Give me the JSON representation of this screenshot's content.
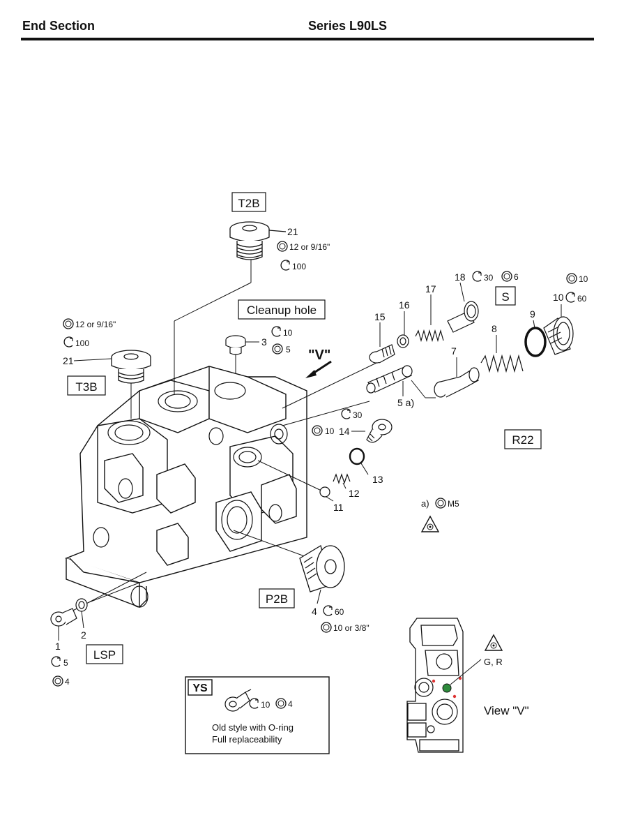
{
  "header": {
    "left": "End Section",
    "right": "Series L90LS"
  },
  "boxes": {
    "t2b": "T2B",
    "cleanup": "Cleanup hole",
    "s": "S",
    "t3b": "T3B",
    "r22": "R22",
    "p2b": "P2B",
    "lsp": "LSP",
    "ys": "YS"
  },
  "labels": {
    "p21_top": "21",
    "p21_top_size": "12 or 9/16\"",
    "p21_top_torque": "100",
    "p21_left": "21",
    "p21_left_size": "12 or 9/16\"",
    "p21_left_torque": "100",
    "p3": "3",
    "p3_torque": "10",
    "p3_size": "5",
    "v_arrow": "\"V\"",
    "p15": "15",
    "p16": "16",
    "p17": "17",
    "p18": "18",
    "p18_torque": "30",
    "p18_size": "6",
    "p9": "9",
    "p10": "10",
    "p10_size": "10",
    "p10_torque": "60",
    "p8": "8",
    "p7": "7",
    "p5a": "5 a)",
    "p14_torque": "30",
    "p14_size": "10",
    "p14": "14",
    "p13": "13",
    "p12": "12",
    "p11": "11",
    "note_a": "a)",
    "note_m5": "M5",
    "p4": "4",
    "p4_torque": "60",
    "p4_size": "10 or 3/8\"",
    "p1": "1",
    "p2": "2",
    "p1_torque": "5",
    "p1_size": "4",
    "ys_torque": "10",
    "ys_size": "4",
    "ys_line1": "Old style with O-ring",
    "ys_line2": "Full replaceability",
    "view_gr": "G, R",
    "view_v": "View \"V\""
  }
}
